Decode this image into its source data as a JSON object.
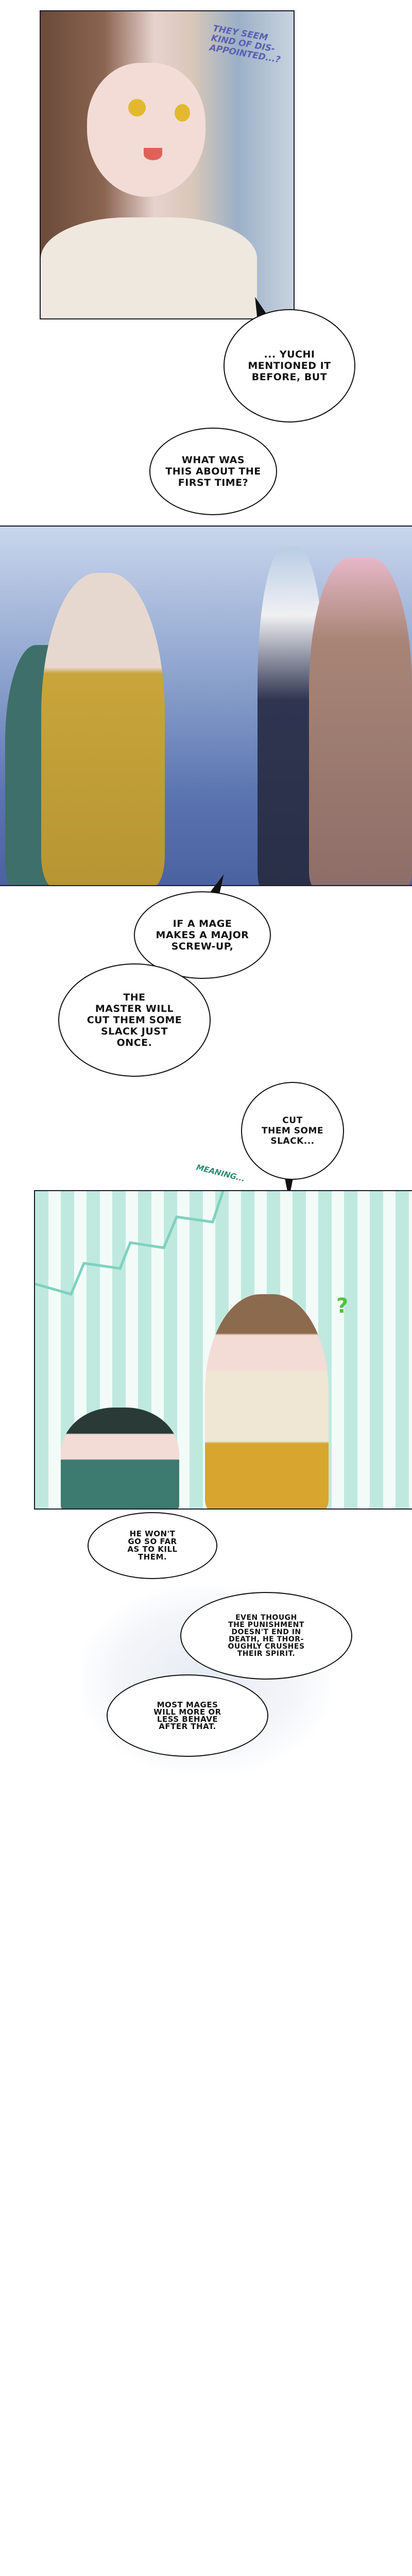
{
  "panels": [
    {
      "id": "panel-1",
      "sfx": "THEY SEEM\nKIND OF DIS-\nAPPOINTED...?"
    },
    {
      "id": "panel-2"
    },
    {
      "id": "panel-3",
      "sfx": "MEANING...",
      "question_mark": "?"
    }
  ],
  "bubbles": [
    {
      "text": "... YUCHI\nMENTIONED IT\nBEFORE, BUT"
    },
    {
      "text": "WHAT WAS\nTHIS ABOUT THE\nFIRST TIME?"
    },
    {
      "text": "IF A MAGE\nMAKES A MAJOR\nSCREW-UP,"
    },
    {
      "text": "THE\nMASTER WILL\nCUT THEM SOME\nSLACK JUST\nONCE."
    },
    {
      "text": "CUT\nTHEM SOME\nSLACK..."
    },
    {
      "text": "HE WON'T\nGO SO FAR\nAS TO KILL\nTHEM."
    },
    {
      "text": "EVEN THOUGH\nTHE PUNISHMENT\nDOESN'T END IN\nDEATH, HE THOR-\nOUGHLY CRUSHES\nTHEIR SPIRIT."
    },
    {
      "text": "MOST MAGES\nWILL MORE OR\nLESS BEHAVE\nAFTER THAT."
    }
  ],
  "colors": {
    "sfx_blue": "#5a5fb0",
    "sfx_green": "#2e8a6e",
    "question_green": "#4cc63a"
  }
}
